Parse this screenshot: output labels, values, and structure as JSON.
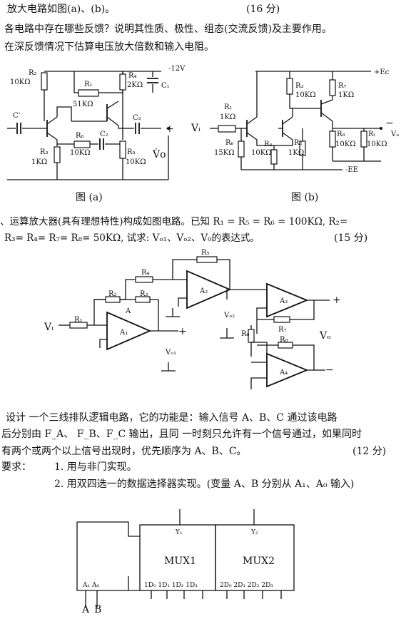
{
  "q4": {
    "line1": "放大电路如图(a)、(b)。",
    "score": "(16 分)",
    "line2": "各电路中存在哪些反馈？说明其性质、极性、组态(交流反馈)及主要作用。",
    "line3": "在深反馈情况下估算电压放大倍数和输入电阻。",
    "fig_a_caption": "图 (a)",
    "fig_b_caption": "图 (b)",
    "fig_a": {
      "R2_name": "R₂",
      "R2_val": "10KΩ",
      "R1_name": "R₁",
      "R1_val": "51KΩ",
      "R4_name": "R₄",
      "R4_val": "2KΩ",
      "C1_name": "C₁",
      "supply": "-12V",
      "Cin_name": "C'",
      "C2_name": "C₂",
      "C3_name": "C₂",
      "R6_name": "R₆",
      "R6_val": "10KΩ",
      "R3_name": "R₃",
      "R3_val": "1KΩ",
      "R5_name": "R₅",
      "R5_val": "10KΩ",
      "plus": "+",
      "vo": "V̇o"
    },
    "fig_b": {
      "ec": "+Ec",
      "ee": "-EE",
      "R1_name": "R₁",
      "R1_val": "1KΩ",
      "R3_name": "R₃",
      "R3_val": "10KΩ",
      "R7_name": "R₇",
      "R7_val": "1KΩ",
      "R6_name": "R₆",
      "R6_val": "15KΩ",
      "R4_name": "R₄",
      "R4_val": "10KΩ",
      "R2_name": "R₂",
      "R2_val": "1KΩ",
      "R8_name": "R₈",
      "R8_val": "10KΩ",
      "RL_name": "Rₗ",
      "RL_val": "10KΩ",
      "vi": "Vᵢ",
      "vo": "Vₒ",
      "minus": "−"
    }
  },
  "q5": {
    "line1": "、运算放大器(具有理想特性)构成如图电路。已知 R₁ = R₅ = R₆ = 100KΩ, R₂=",
    "line2": "R₃= R₄= R₇= R₈= 50KΩ, 试求: Vₒ₁、Vₒ₂、V₀的表达式。",
    "score": "(15 分)",
    "fig": {
      "R1": "R₁",
      "R2": "R₂",
      "R3": "R₃",
      "R4": "R₄",
      "R5": "R₅",
      "R6": "R₆",
      "R7": "R₇",
      "R8": "R₈",
      "A": "A",
      "A1": "A₁",
      "A2": "A₂",
      "A3": "A₃",
      "A4": "A₄",
      "vi": "Vᵢ",
      "vo1": "Vₒ₁",
      "vo2": "Vₒ₂",
      "vo": "Vₒ",
      "plus": "+",
      "minus": "−"
    }
  },
  "q6": {
    "line1": "设计 一个三线排队逻辑电路，它的功能是：输入信号 A、B、C 通过该电路",
    "line2": "后分别由 F_A、  F_B、F_C 输出，且同 一时刻只允许有一个信号通过，如果同时",
    "line3": "有两个或两个以上信号出现时，优先顺序为 A、B、C。",
    "score": "(12 分)",
    "req_label": "要求：",
    "req1": "1.   用与非门实现。",
    "req2": "2.   用双四选一的数据选择器实现。(变量 A、B 分别从 A₁、A₀ 输入)",
    "fig": {
      "mux1": "MUX1",
      "mux2": "MUX2",
      "y1": "Y₁",
      "y2": "Y₂",
      "a1a0": "A₁ A₀",
      "pins1": "1D₀  1D₁  1D₂  1D₃",
      "pins2": "2D₀  2D₁  2D₂  2D₃",
      "in_a": "A",
      "in_b": "B"
    }
  }
}
